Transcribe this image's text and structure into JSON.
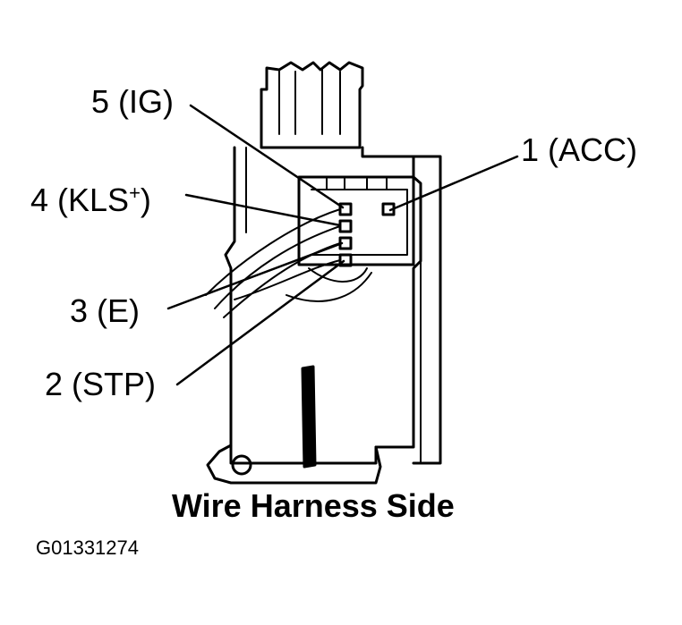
{
  "pins": [
    {
      "label": "5 (IG)"
    },
    {
      "label": "1 (ACC)"
    },
    {
      "label": "4 (KLS",
      "sup": "+",
      "close": ")"
    },
    {
      "label": "3 (E)"
    },
    {
      "label": "2 (STP)"
    }
  ],
  "caption": "Wire Harness Side",
  "figure_id": "G01331274",
  "colors": {
    "line": "#000000",
    "background": "#ffffff"
  }
}
